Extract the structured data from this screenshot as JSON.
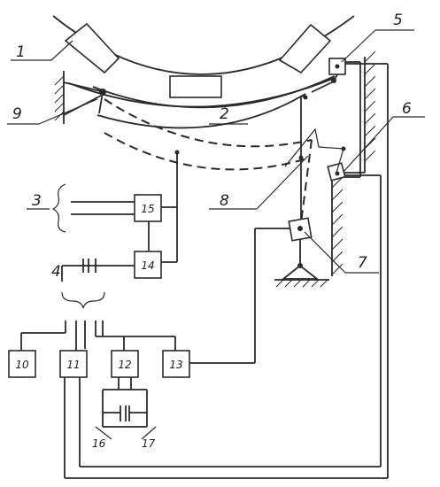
{
  "callouts": {
    "c1": "1",
    "c2": "2",
    "c3": "3",
    "c4": "4",
    "c5": "5",
    "c6": "6",
    "c7": "7",
    "c8": "8",
    "c9": "9"
  },
  "blocks": {
    "b10": "10",
    "b11": "11",
    "b12": "12",
    "b13": "13",
    "b14": "14",
    "b15": "15",
    "b16": "16",
    "b17": "17"
  }
}
